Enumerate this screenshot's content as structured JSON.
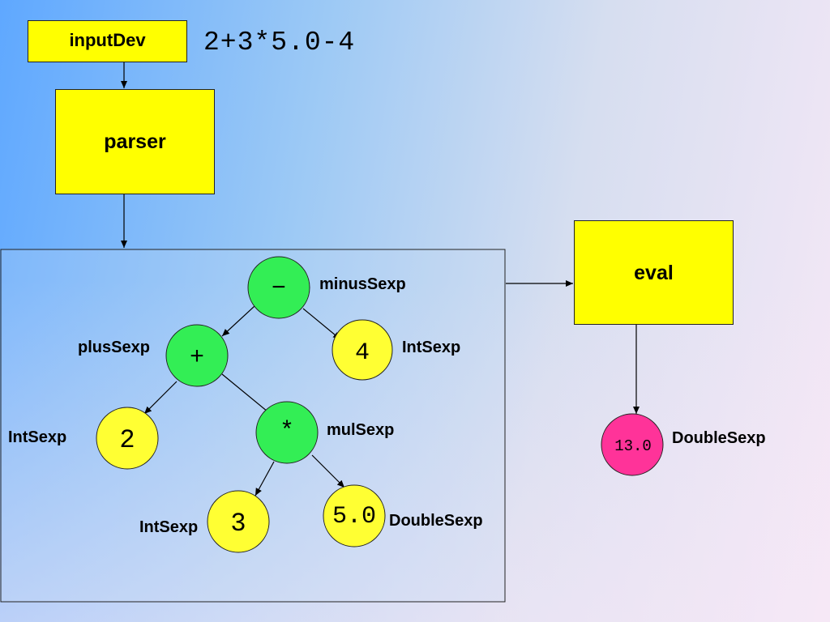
{
  "boxes": {
    "input_dev": "inputDev",
    "parser": "parser",
    "eval": "eval"
  },
  "expression": "2+3*5.0-4",
  "tree": {
    "minus": {
      "symbol": "−",
      "type": "minusSexp"
    },
    "plus": {
      "symbol": "+",
      "type": "plusSexp"
    },
    "four": {
      "symbol": "4",
      "type": "IntSexp"
    },
    "two": {
      "symbol": "2",
      "type": "IntSexp"
    },
    "mul": {
      "symbol": "*",
      "type": "mulSexp"
    },
    "three": {
      "symbol": "3",
      "type": "IntSexp"
    },
    "five": {
      "symbol": "5.0",
      "type": "DoubleSexp"
    }
  },
  "result": {
    "symbol": "13.0",
    "type": "DoubleSexp"
  },
  "colors": {
    "box_fill": "#ffff00",
    "operator_node": "#33ee55",
    "leaf_node": "#ffff33",
    "result_node": "#ff3399"
  }
}
